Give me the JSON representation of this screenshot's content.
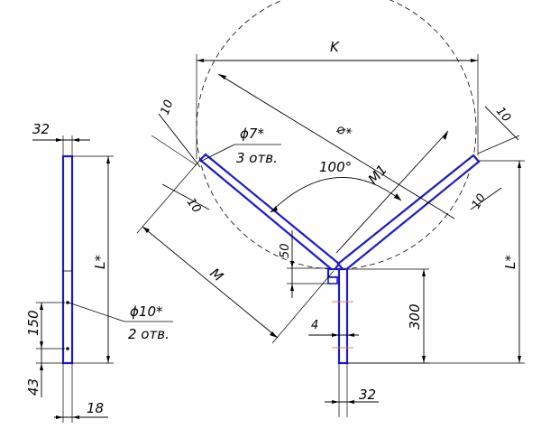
{
  "drawing": {
    "dimensions": {
      "k": "K",
      "phi_star": "⌀*",
      "angle": "100°",
      "m1": "M1",
      "m": "M",
      "l_star_right": "L*",
      "l_star_left": "L*",
      "d10_top_left": "10",
      "d10_left": "10",
      "d10_top_right": "10",
      "d10_right": "10",
      "d50": "50",
      "d300": "300",
      "d4": "4",
      "d32_bottom": "32",
      "d32_side": "32",
      "d150": "150",
      "d43": "43",
      "d18": "18"
    },
    "notes": {
      "hole7": "ϕ7*",
      "hole7_qty": "3 отв.",
      "hole10": "ϕ10*",
      "hole10_qty": "2 отв."
    }
  }
}
